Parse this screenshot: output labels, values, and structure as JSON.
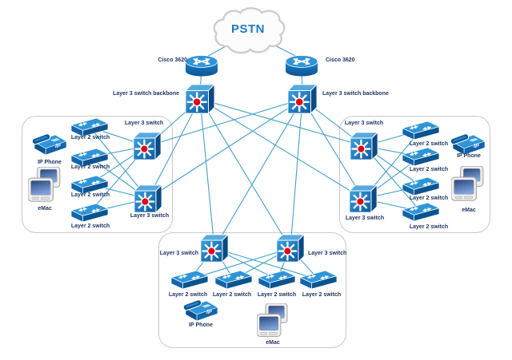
{
  "colors": {
    "line": "#44A0CA",
    "label_text": "#1F3864",
    "cloud_text": "#1F7BC4",
    "switch_blue": "#1264AC",
    "hub_red": "#E30613"
  },
  "cloud": {
    "label": "PSTN"
  },
  "routers": {
    "left": {
      "label": "Cisco 3620"
    },
    "right": {
      "label": "Cisco 3620"
    }
  },
  "backbones": {
    "left": {
      "label": "Layer 3 switch backbone"
    },
    "right": {
      "label": "Layer 3 switch backbone"
    }
  },
  "icon_badges": {
    "ip_phone": "IP"
  },
  "groups": {
    "left": {
      "l3_switches": [
        {
          "label": "Layer 3 switch"
        },
        {
          "label": "Layer 3 switch"
        }
      ],
      "l2_switches": [
        {
          "label": "Layer 2 switch"
        },
        {
          "label": "Layer 2 switch"
        },
        {
          "label": "Layer 2 switch"
        },
        {
          "label": "Layer 2 switch"
        }
      ],
      "ip_phone": {
        "label": "IP Phone"
      },
      "emac": {
        "label": "eMac"
      }
    },
    "right": {
      "l3_switches": [
        {
          "label": "Layer 3 switch"
        },
        {
          "label": "Layer 3 switch"
        }
      ],
      "l2_switches": [
        {
          "label": "Layer 2 switch"
        },
        {
          "label": "Layer 2 switch"
        },
        {
          "label": "Layer 2 switch"
        },
        {
          "label": "Layer 2 switch"
        }
      ],
      "ip_phone": {
        "label": "IP Phone"
      },
      "emac": {
        "label": "eMac"
      }
    },
    "bottom": {
      "l3_switches": [
        {
          "label": "Layer 3 switch"
        },
        {
          "label": "Layer 3 switch"
        }
      ],
      "l2_switches": [
        {
          "label": "Layer 2 switch"
        },
        {
          "label": "Layer 2 switch"
        },
        {
          "label": "Layer 2 switch"
        },
        {
          "label": "Layer 2 switch"
        }
      ],
      "ip_phone": {
        "label": "IP Phone"
      },
      "emac": {
        "label": "eMac"
      }
    }
  }
}
